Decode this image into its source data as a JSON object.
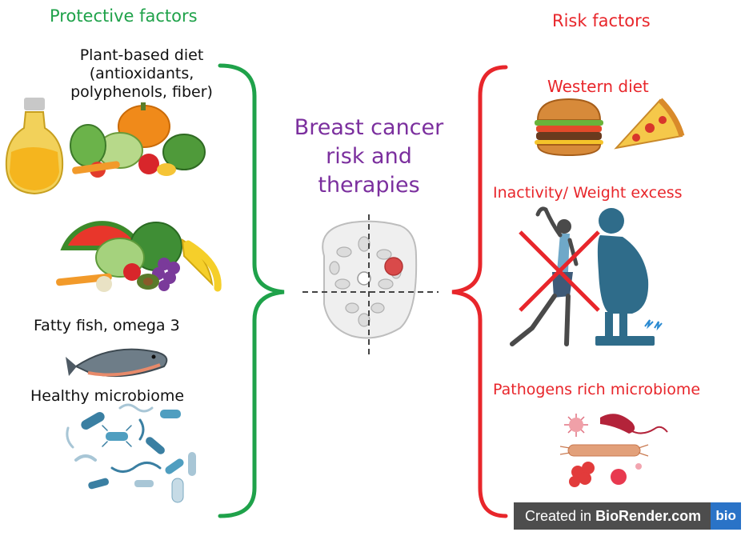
{
  "left": {
    "heading": "Protective factors",
    "diet_lines": [
      "Plant-based diet",
      "(antioxidants,",
      "polyphenols, fiber)"
    ],
    "fish_label": "Fatty fish, omega 3",
    "microbiome_label": "Healthy microbiome"
  },
  "center": {
    "title_lines": [
      "Breast cancer",
      "risk and",
      "therapies"
    ]
  },
  "right": {
    "heading": "Risk factors",
    "western_diet": "Western diet",
    "inactivity": "Inactivity/ Weight excess",
    "pathogens": "Pathogens rich microbiome"
  },
  "badge": {
    "prefix": "Created in ",
    "brand": "BioRender.com",
    "logo": "bio"
  },
  "colors": {
    "protective": "#1fa24a",
    "risk": "#e8262b",
    "center_title": "#7b2f9e"
  },
  "icons": [
    "oil-bottle-icon",
    "vegetables-icon",
    "fruits-icon",
    "fish-icon",
    "bacteria-icon",
    "burger-icon",
    "pizza-icon",
    "exercising-person-icon",
    "obese-person-scale-icon",
    "pathogen-microbes-icon",
    "breast-tissue-icon"
  ]
}
